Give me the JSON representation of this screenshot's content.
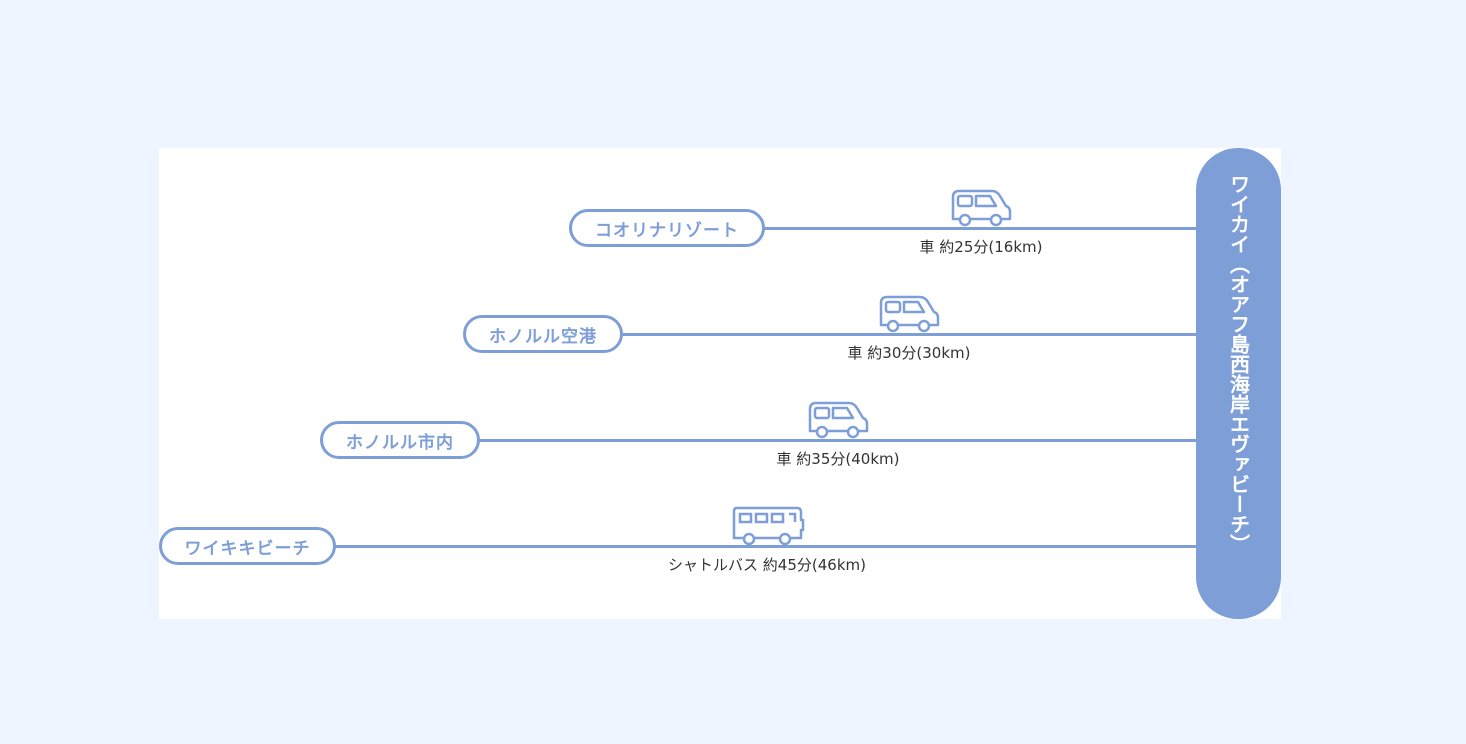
{
  "destination": {
    "label": "ワイカイ（オアフ島西海岸エヴァビーチ）"
  },
  "routes": [
    {
      "origin": "コオリナリゾート",
      "vehicle": "car-icon",
      "caption": "車 約25分(16km)"
    },
    {
      "origin": "ホノルル空港",
      "vehicle": "car-icon",
      "caption": "車 約30分(30km)"
    },
    {
      "origin": "ホノルル市内",
      "vehicle": "car-icon",
      "caption": "車 約35分(40km)"
    },
    {
      "origin": "ワイキキビーチ",
      "vehicle": "bus-icon",
      "caption": "シャトルバス 約45分(46km)"
    }
  ],
  "colors": {
    "accent": "#7e9ed8",
    "page_background": "#eef5ff",
    "panel_background": "#ffffff",
    "caption_text": "#333333"
  }
}
